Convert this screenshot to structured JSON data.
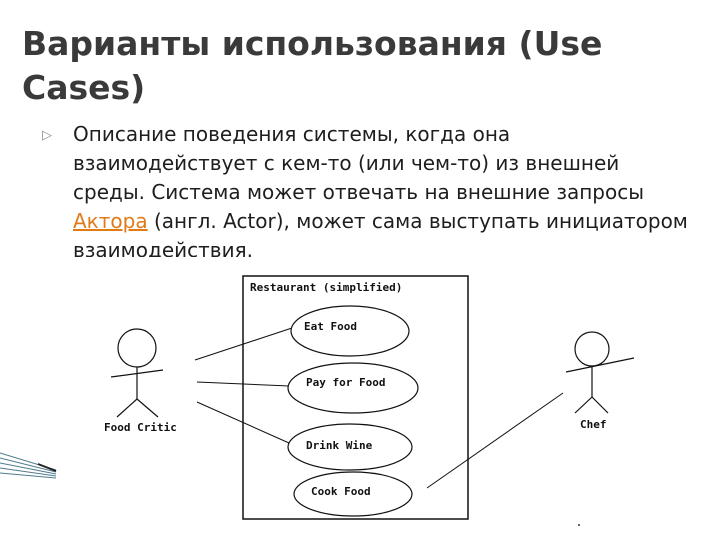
{
  "slide": {
    "title": "Варианты использования (Use Cases)",
    "bullet": {
      "text_before": "Описание поведения системы, когда она взаимодействует с кем-то (или чем-то) из внешней среды. Система может отвечать на внешние запросы ",
      "link_text": "Актора",
      "text_after": " (англ. Actor), может сама выступать инициатором взаимодействия."
    }
  },
  "diagram": {
    "system_label": "Restaurant (simplified)",
    "actors": {
      "left": "Food Critic",
      "right": "Chef"
    },
    "use_cases": [
      "Eat Food",
      "Pay for Food",
      "Drink Wine",
      "Cook Food"
    ]
  }
}
